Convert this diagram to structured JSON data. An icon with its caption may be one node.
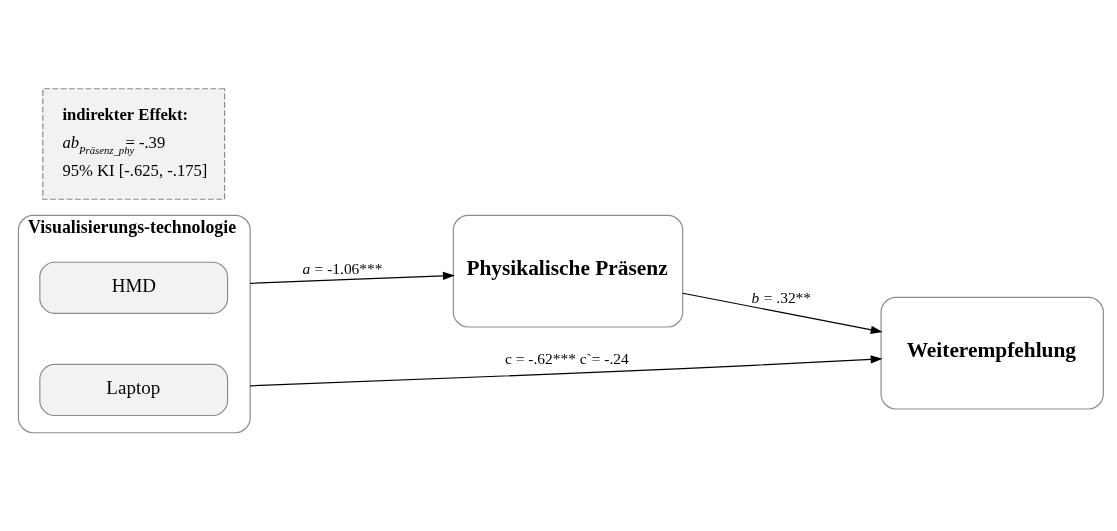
{
  "diagram": {
    "nodes": [
      {
        "text": [
          "Visualisierungs-technologie"
        ]
      },
      {
        "text": [
          "HMD"
        ],
        "in": 0
      },
      {
        "text": [
          "Laptop"
        ],
        "in": 0
      },
      {
        "text": [
          "Physikalische Präsenz"
        ]
      },
      {
        "text": [
          "Weiterempfehlung"
        ]
      },
      {
        "text": [
          "indirekter Effekt:",
          "*ab*$_{Präsenz_phy}$= -.39",
          "95% KI [-.625, -.175]"
        ]
      }
    ],
    "edges": [
      {
        "from": 0,
        "to": 3,
        "arrow": "to",
        "label": "*a* = -1.06***"
      },
      {
        "from": 3,
        "to": 4,
        "arrow": "to",
        "label": "*b* = .32**"
      },
      {
        "from": 0,
        "to": 4,
        "arrow": "to",
        "label": "c = -.62*** c`= -.24"
      }
    ]
  }
}
